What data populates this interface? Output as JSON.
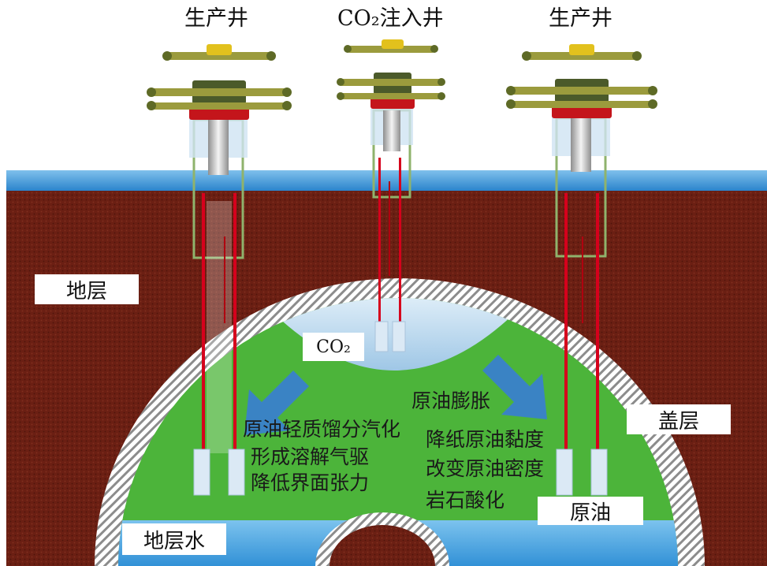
{
  "wells": {
    "producer_left": "生产井",
    "injector": "CO₂注入井",
    "producer_right": "生产井"
  },
  "labels": {
    "formation": "地层",
    "caprock": "盖层",
    "formation_water": "地层水",
    "crude_oil": "原油",
    "co2_zone": "CO₂"
  },
  "mechanisms": {
    "left": [
      "原油轻质馏分汽化",
      "形成溶解气驱",
      "降低界面张力"
    ],
    "right_title": "原油膨胀",
    "right": [
      "降纸原油黏度",
      "改变原油密度",
      "岩石酸化"
    ]
  },
  "colors": {
    "earth": "#6a1e12",
    "surface_water": "#3f9ad8",
    "oil_zone": "#4cb43a",
    "co2_gas": "#c3dcef",
    "formation_water": "#2f8fd6",
    "well_line": "#d6001c",
    "arrow": "#3a83c4"
  }
}
